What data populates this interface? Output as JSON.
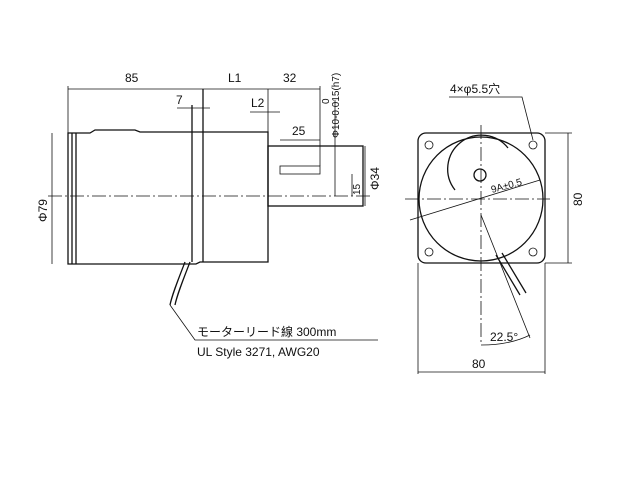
{
  "side_view": {
    "dim_body": "85",
    "dim_l1": "L1",
    "dim_shaft": "32",
    "dim_7": "7",
    "dim_l2": "L2",
    "dim_key": "25",
    "dim_shaft_dia": "Φ10-0.015(h7)",
    "dim_tol_upper": "0",
    "dim_pilot": "Φ34",
    "dim_15": "15",
    "dim_body_dia": "Φ79",
    "lead_label": "モーターリード線 300mm",
    "lead_spec": "UL Style 3271, AWG20"
  },
  "front_view": {
    "holes": "4×φ5.5穴",
    "pcd": "9A±0.5",
    "height": "80",
    "width": "80",
    "angle": "22.5°"
  }
}
